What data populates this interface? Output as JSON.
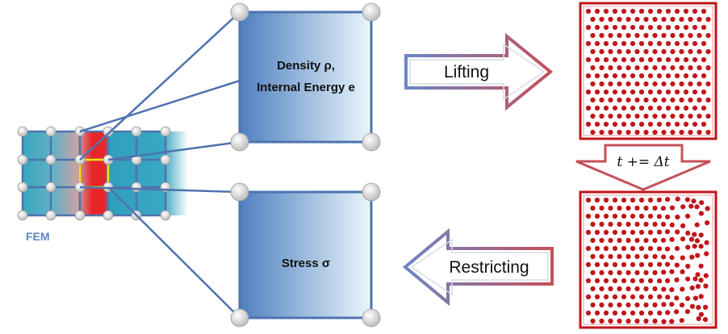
{
  "fem": {
    "label": "FEM"
  },
  "upper_box": {
    "line1": "Density ρ,",
    "line2": "Internal Energy e"
  },
  "lower_box": {
    "text": "Stress σ"
  },
  "lifting_arrow": {
    "label": "Lifting"
  },
  "restricting_arrow": {
    "label": "Restricting"
  },
  "time_step_arrow": {
    "label": "t += Δt"
  },
  "colors": {
    "mesh_fill": "#3ba9c4",
    "highlight_red": "#e8262a",
    "highlight_yellow": "#f2e600",
    "box_gradient_dark": "#4f7fbf",
    "box_gradient_light": "#eaf7fb",
    "link_line": "#4e73b0",
    "particle": "#c0161b",
    "arrow_outline_red": "#c4505a",
    "arrow_outline_blue": "#6c86c8"
  }
}
